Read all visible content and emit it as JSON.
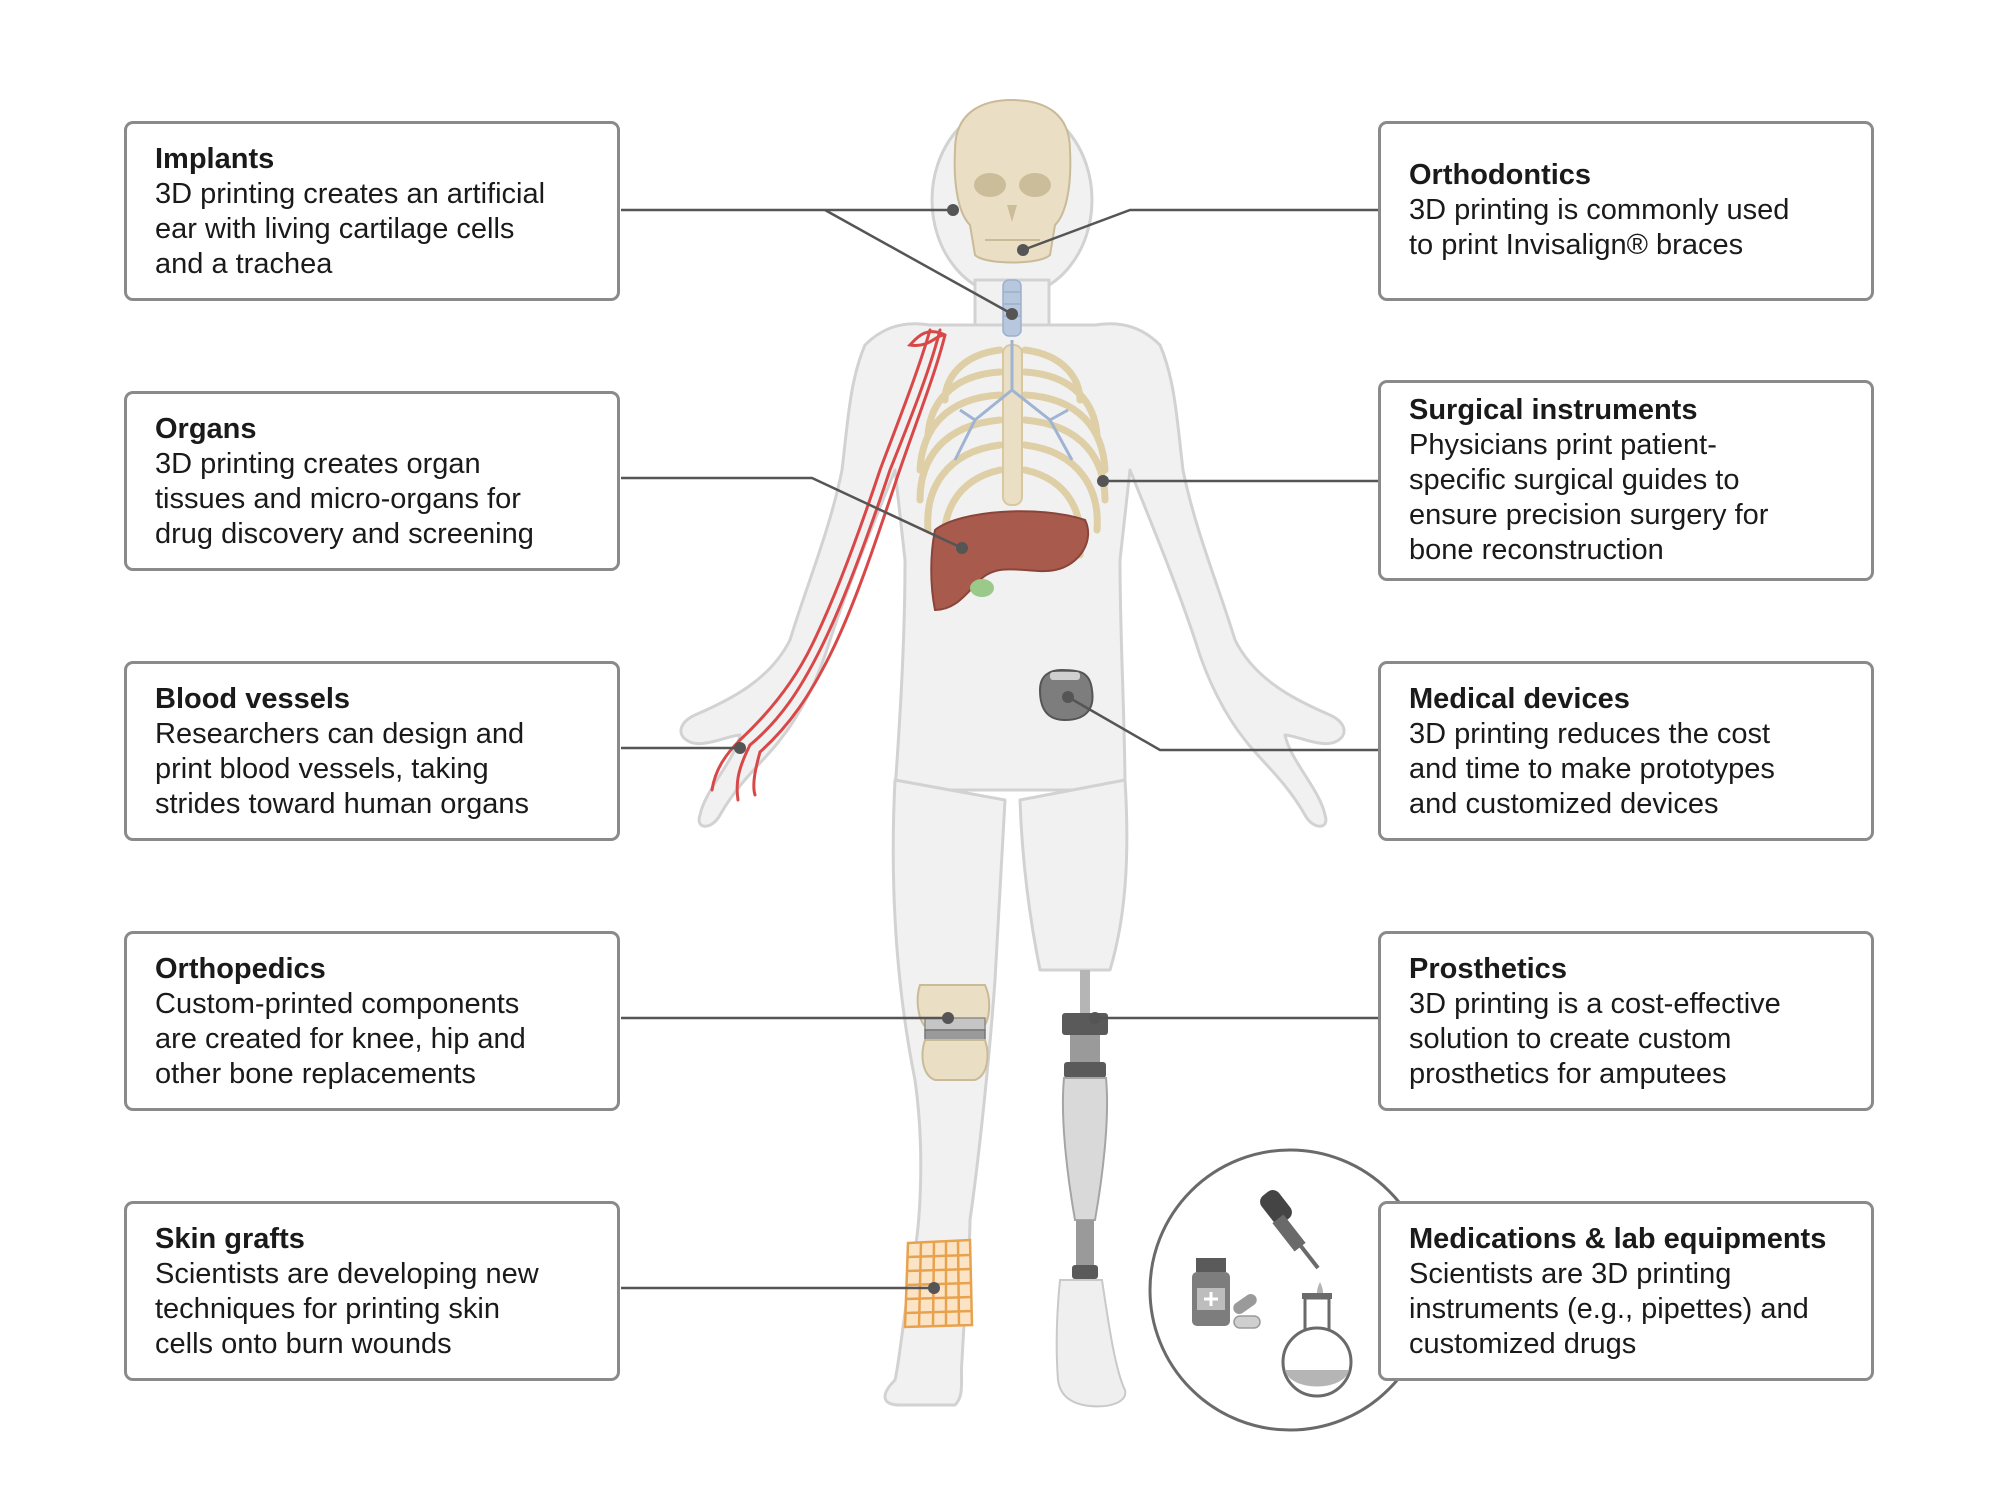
{
  "cards": [
    {
      "id": "implants",
      "title": "Implants",
      "lines": [
        "3D printing creates an artificial",
        "ear with living cartilage cells",
        "and a trachea"
      ]
    },
    {
      "id": "organs",
      "title": "Organs",
      "lines": [
        "3D printing creates organ",
        "tissues and micro-organs for",
        "drug discovery and screening"
      ]
    },
    {
      "id": "blood-vessels",
      "title": "Blood vessels",
      "lines": [
        "Researchers can design and",
        "print blood vessels, taking",
        "strides toward human organs"
      ]
    },
    {
      "id": "orthopedics",
      "title": "Orthopedics",
      "lines": [
        "Custom-printed components",
        "are created for knee, hip and",
        "other bone replacements"
      ]
    },
    {
      "id": "skin-grafts",
      "title": "Skin grafts",
      "lines": [
        "Scientists are developing new",
        "techniques for printing skin",
        "cells onto burn wounds"
      ]
    },
    {
      "id": "orthodontics",
      "title": "Orthodontics",
      "lines": [
        "3D printing is commonly used",
        "to print Invisalign® braces"
      ]
    },
    {
      "id": "surgical-instruments",
      "title": "Surgical instruments",
      "lines": [
        "Physicians print patient-",
        "specific surgical guides to",
        "ensure precision surgery for",
        "bone reconstruction"
      ]
    },
    {
      "id": "medical-devices",
      "title": "Medical devices",
      "lines": [
        "3D printing reduces the cost",
        "and time to make prototypes",
        "and customized devices"
      ]
    },
    {
      "id": "prosthetics",
      "title": "Prosthetics",
      "lines": [
        "3D printing is a cost-effective",
        "solution to create custom",
        "prosthetics for amputees"
      ]
    },
    {
      "id": "medications",
      "title": "Medications & lab equipments",
      "lines": [
        "Scientists are 3D  printing",
        "instruments (e.g., pipettes) and",
        "customized drugs"
      ]
    }
  ],
  "colors": {
    "card_border": "#8a8a8a",
    "connector": "#555555",
    "body_fill": "#f1f1f1",
    "body_outline": "#d2d2d2",
    "bone": "#eadfc4",
    "liver": "#a85a4d",
    "artery": "#d94848",
    "trachea": "#b7c8de",
    "skin_graft": "#e8a14d",
    "device": "#7d7d7d",
    "prosthetic": "#b5b5b5"
  },
  "icons": [
    "skull-icon",
    "ribcage-icon",
    "liver-icon",
    "artery-icon",
    "knee-implant-icon",
    "skin-graft-mesh-icon",
    "pacemaker-icon",
    "prosthetic-leg-icon",
    "dropper-icon",
    "medicine-bottle-icon",
    "pills-icon",
    "flask-icon"
  ]
}
